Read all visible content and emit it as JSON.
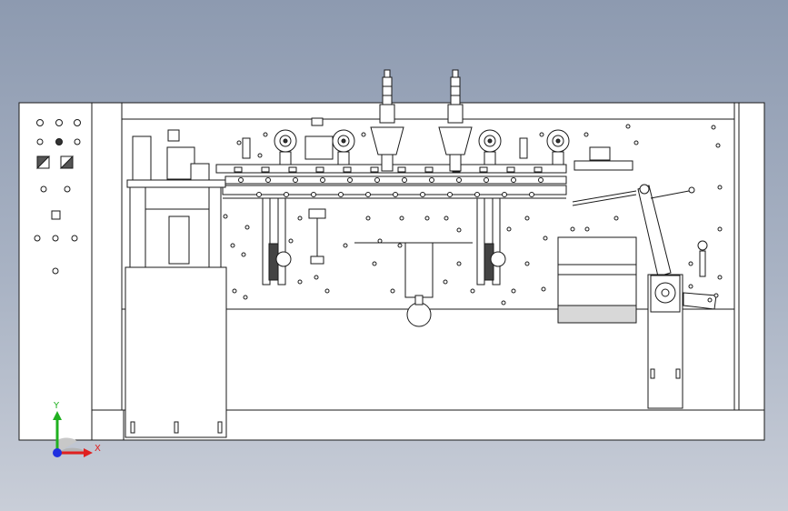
{
  "viewport": {
    "background_top": "#8d9ab0",
    "background_bottom": "#c9ced8",
    "line_color": "#1a1a1a",
    "panel_fill": "#ffffff"
  },
  "triad": {
    "x_label": "X",
    "y_label": "Y",
    "x_color": "#e02020",
    "y_color": "#20b020",
    "z_color": "#2030e0"
  },
  "model": {
    "description_icon": "machine-front-elevation-drawing"
  }
}
